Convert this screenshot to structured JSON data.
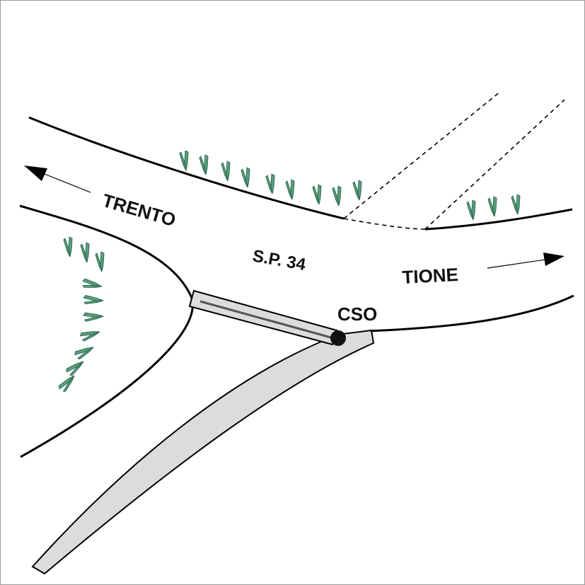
{
  "labels": {
    "road_name": "S.P. 34",
    "direction_west": "TRENTO",
    "direction_east": "TIONE",
    "station": "CSO"
  },
  "colors": {
    "road_edge": "#000000",
    "tree": "#5aa080",
    "pipe_fill": "#dcdcdc",
    "pipe_core": "#555555"
  },
  "icons": {
    "tree": "conifer-tree-icon",
    "arrow": "direction-arrow-icon",
    "station": "station-dot-icon"
  }
}
